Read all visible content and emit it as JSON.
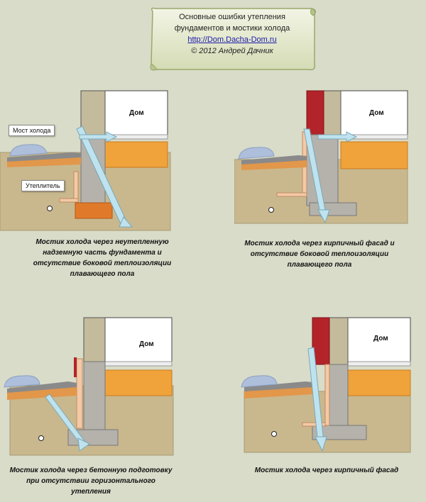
{
  "header": {
    "title_line1": "Основные ошибки утепления",
    "title_line2": "фундаментов и мостики холода",
    "link": "http://Dom.Dacha-Dom.ru",
    "copyright": "© 2012 Андрей Дачник"
  },
  "labels": {
    "house": "Дом",
    "cold_bridge": "Мост холода",
    "insulation": "Утеплитель"
  },
  "panels": [
    {
      "caption": [
        "Мостик холода через неутепленную",
        "надземную часть фундамента  и",
        "отсутствие  боковой теплоизоляции",
        "плавающего пола"
      ]
    },
    {
      "caption": [
        "Мостик холода через кирпичный фасад и",
        "отсутствие  боковой теплоизоляции",
        "плавающего пола"
      ]
    },
    {
      "caption": [
        "Мостик холода через бетонную подготовку",
        "при отсутствии  горизонтального",
        "утепления"
      ]
    },
    {
      "caption": [
        "Мостик холода через кирпичный  фасад"
      ]
    }
  ],
  "colors": {
    "background": "#d9dcc9",
    "soil": "#c9b88e",
    "concrete": "#b5b2ab",
    "insulation": "#f0a33b",
    "brick": "#b3242a",
    "arrow": "#bfe3ee",
    "snow": "#aebfdc"
  }
}
